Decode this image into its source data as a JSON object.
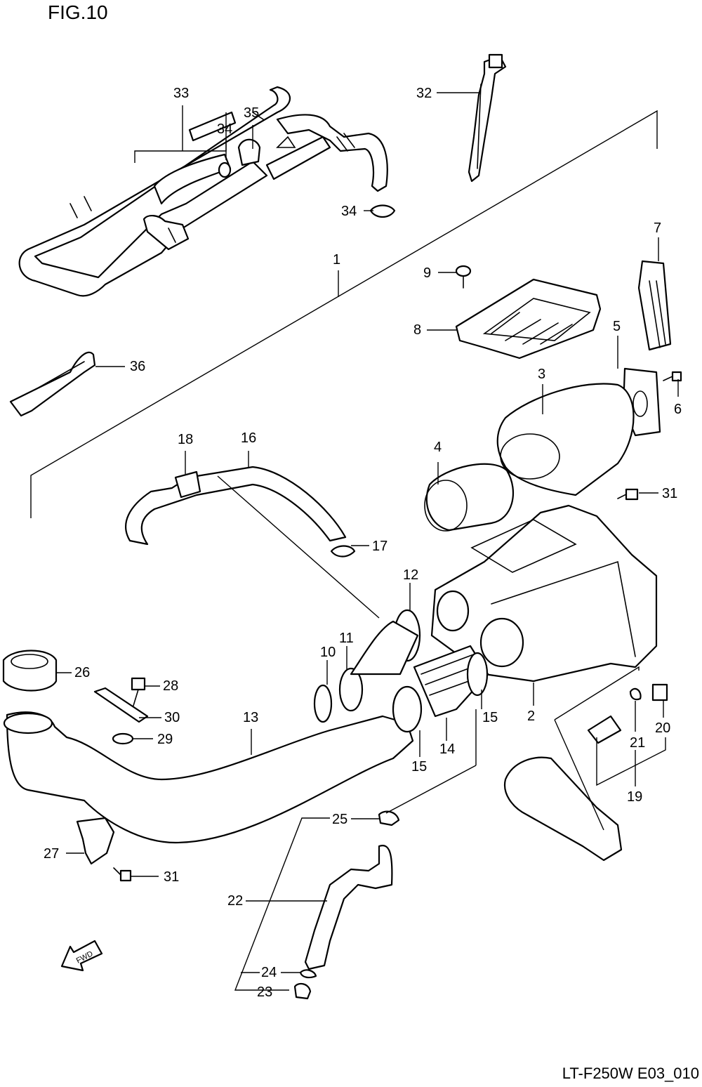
{
  "figure": {
    "title": "FIG.10",
    "code": "LT-F250W E03_010"
  },
  "direction_arrow": {
    "label": "FWD"
  },
  "callouts": [
    "1",
    "2",
    "3",
    "4",
    "5",
    "6",
    "7",
    "8",
    "9",
    "10",
    "11",
    "12",
    "13",
    "14",
    "15",
    "15",
    "16",
    "17",
    "18",
    "19",
    "20",
    "21",
    "22",
    "23",
    "24",
    "25",
    "26",
    "27",
    "28",
    "29",
    "30",
    "31",
    "31",
    "32",
    "33",
    "34",
    "34",
    "35",
    "36"
  ]
}
